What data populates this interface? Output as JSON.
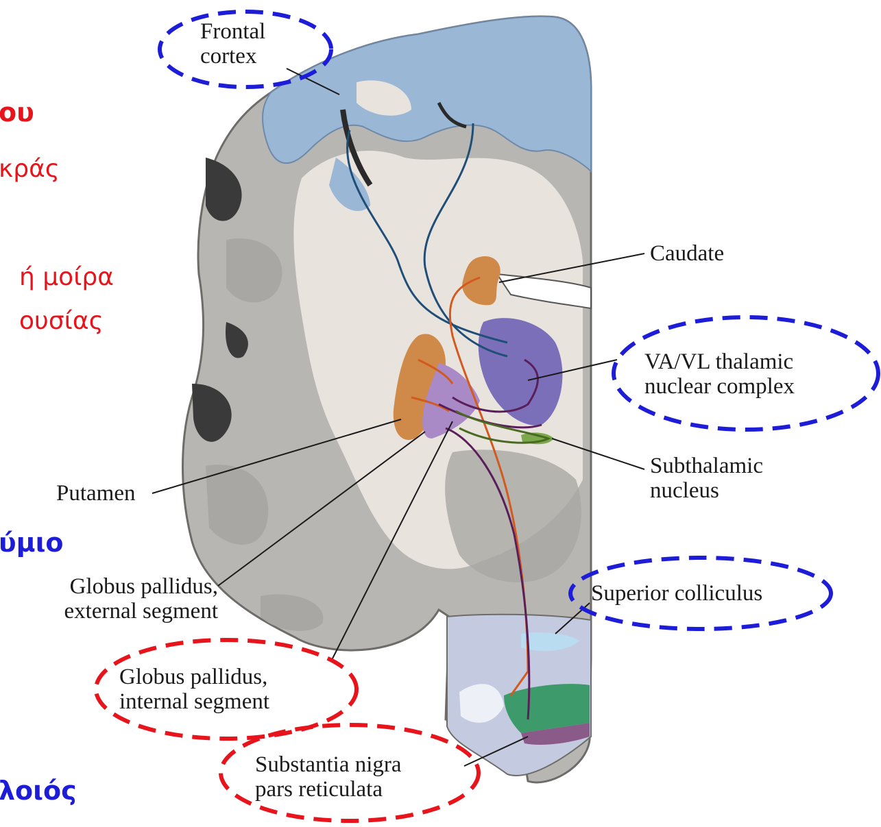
{
  "slide_text": {
    "red_line1": "ου",
    "red_line2": "κράς",
    "red_line3": "ή μοίρα",
    "red_line4": "ουσίας",
    "blue_line1": "ύμιο",
    "blue_line2": "λοιός"
  },
  "labels": {
    "frontal_cortex_1": "Frontal",
    "frontal_cortex_2": "cortex",
    "caudate": "Caudate",
    "thalamic_1": "VA/VL thalamic",
    "thalamic_2": "nuclear complex",
    "subthalamic_1": "Subthalamic",
    "subthalamic_2": "nucleus",
    "putamen": "Putamen",
    "gp_external_1": "Globus pallidus,",
    "gp_external_2": "external segment",
    "gp_internal_1": "Globus pallidus,",
    "gp_internal_2": "internal segment",
    "superior_colliculus": "Superior colliculus",
    "substantia_nigra_1": "Substantia nigra",
    "substantia_nigra_2": "pars reticulata"
  },
  "colors": {
    "highlight_blue": "#1d1dd8",
    "highlight_red": "#e8141c",
    "cortex_blue": "#9ab7d6",
    "striatum_orange": "#cf8a4a",
    "thalamus_purple": "#7a6fb8",
    "subthalamic_green": "#7aa84a",
    "nigra_green": "#3d9a6a"
  }
}
